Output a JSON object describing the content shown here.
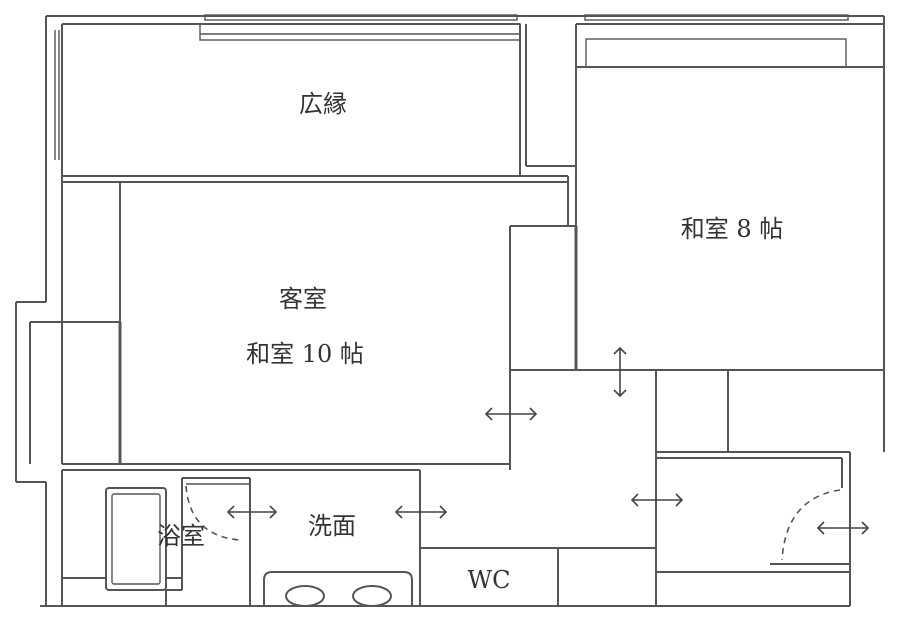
{
  "floorplan": {
    "rooms": {
      "hiroen": "広縁",
      "washitsu8": "和室 8 帖",
      "kyakushitsu": "客室",
      "washitsu10": "和室 10 帖",
      "yokushitsu": "浴室",
      "senmen": "洗面",
      "wc": "WC"
    }
  }
}
